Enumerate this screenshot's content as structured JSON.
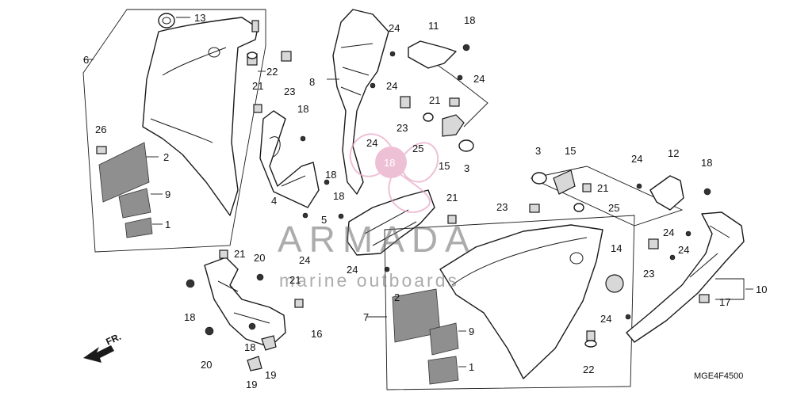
{
  "diagram": {
    "code": "MGE4F4500",
    "front_label": "FR.",
    "watermark": {
      "brand": "ARMADA",
      "tagline": "marine outboards",
      "logo_number": "18"
    },
    "callouts": {
      "c13": "13",
      "c6": "6",
      "c22a": "22",
      "c21a": "21",
      "c23a": "23",
      "c26": "26",
      "c2a": "2",
      "c9a": "9",
      "c1a": "1",
      "c18a": "18",
      "c4": "4",
      "c18b": "18",
      "c18c": "18",
      "c5": "5",
      "c24a": "24",
      "c8": "8",
      "c24b": "24",
      "c24c": "24",
      "c11": "11",
      "c18d": "18",
      "c24d": "24",
      "c21b": "21",
      "c23b": "23",
      "c25a": "25",
      "c15a": "15",
      "c3a": "3",
      "c24e": "24",
      "c21c": "21",
      "c23c": "23",
      "c3b": "3",
      "c15b": "15",
      "c21d": "21",
      "c25b": "25",
      "c24f": "24",
      "c12": "12",
      "c18e": "18",
      "c24g": "24",
      "c24h": "24",
      "c23d": "23",
      "c14": "14",
      "c10": "10",
      "c17": "17",
      "c24i": "24",
      "c22b": "22",
      "c21e": "21",
      "c20a": "20",
      "c21f": "21",
      "c24j": "24",
      "c18f": "18",
      "c16": "16",
      "c18g": "18",
      "c19a": "19",
      "c20b": "20",
      "c19b": "19",
      "c7": "7",
      "c2b": "2",
      "c9b": "9",
      "c1b": "1"
    }
  }
}
